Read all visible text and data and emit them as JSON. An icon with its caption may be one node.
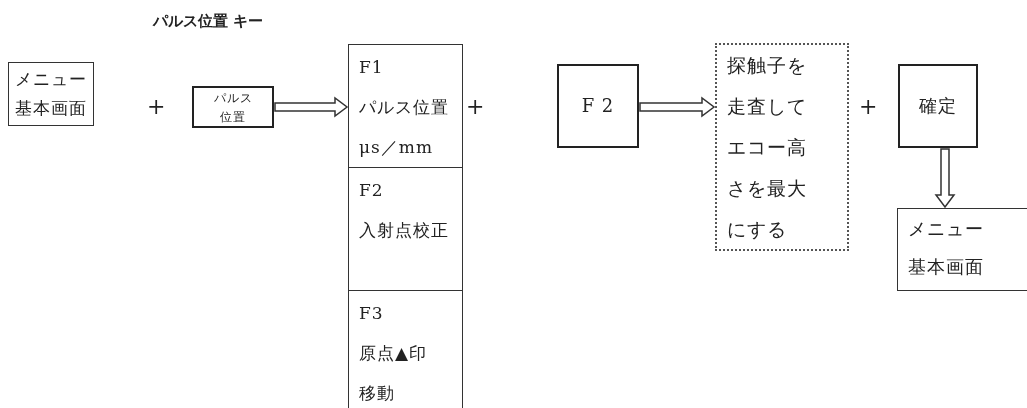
{
  "diagram": {
    "nodes": [
      {
        "text": [
          "メニュー基本画面"
        ]
      },
      {
        "text": [
          "パルス位置"
        ],
        "beside": [
          "パルス位置 キー"
        ]
      },
      {
        "text": [
          "F1",
          "パルス位置",
          "μs／mm"
        ]
      },
      {
        "text": [
          "F2",
          "入射点校正"
        ]
      },
      {
        "text": [
          "F3",
          "原点▲印移動"
        ]
      },
      {
        "text": [
          "F 2"
        ]
      },
      {
        "text": [
          "探触子を走査してエコー高さを最大にする"
        ]
      },
      {
        "text": [
          "確定"
        ]
      },
      {
        "text": [
          "メニュー基本画面"
        ]
      }
    ],
    "edges": [
      {
        "from": 1,
        "to": 2,
        "arrow": "to"
      },
      {
        "from": 5,
        "to": 6,
        "arrow": "to"
      },
      {
        "from": 7,
        "to": 8,
        "arrow": "to"
      }
    ],
    "labels": [
      "+",
      "+",
      "+"
    ]
  }
}
